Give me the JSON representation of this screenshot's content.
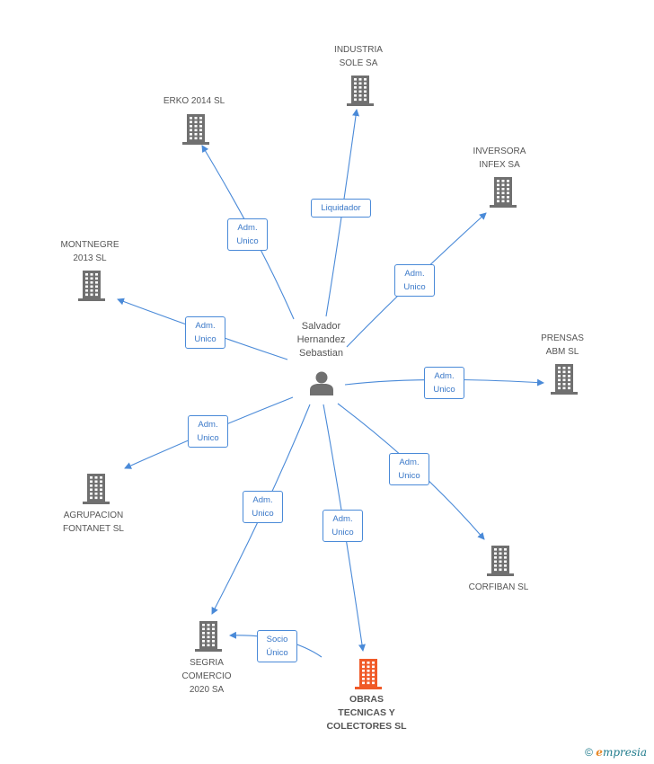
{
  "center": {
    "label": "Salvador\nHernandez\nSebastian",
    "icon": "person-icon"
  },
  "nodes": [
    {
      "id": "industria",
      "label": "INDUSTRIA\nSOLE SA",
      "icon": "building-icon",
      "highlight": false
    },
    {
      "id": "erko",
      "label": "ERKO 2014  SL",
      "icon": "building-icon",
      "highlight": false
    },
    {
      "id": "inversora",
      "label": "INVERSORA\nINFEX SA",
      "icon": "building-icon",
      "highlight": false
    },
    {
      "id": "montnegre",
      "label": "MONTNEGRE\n2013 SL",
      "icon": "building-icon",
      "highlight": false
    },
    {
      "id": "prensas",
      "label": "PRENSAS\nABM SL",
      "icon": "building-icon",
      "highlight": false
    },
    {
      "id": "agrupacion",
      "label": "AGRUPACION\nFONTANET SL",
      "icon": "building-icon",
      "highlight": false
    },
    {
      "id": "corfiban",
      "label": "CORFIBAN SL",
      "icon": "building-icon",
      "highlight": false
    },
    {
      "id": "segria",
      "label": "SEGRIA\nCOMERCIO\n2020 SA",
      "icon": "building-icon",
      "highlight": false
    },
    {
      "id": "obras",
      "label": "OBRAS\nTECNICAS Y\nCOLECTORES SL",
      "icon": "building-icon",
      "highlight": true
    }
  ],
  "relations": [
    {
      "from": "center",
      "to": "industria",
      "label": "Liquidador"
    },
    {
      "from": "center",
      "to": "erko",
      "label": "Adm.\nUnico"
    },
    {
      "from": "center",
      "to": "inversora",
      "label": "Adm.\nUnico"
    },
    {
      "from": "center",
      "to": "montnegre",
      "label": "Adm.\nUnico"
    },
    {
      "from": "center",
      "to": "prensas",
      "label": "Adm.\nUnico"
    },
    {
      "from": "center",
      "to": "agrupacion",
      "label": "Adm.\nUnico"
    },
    {
      "from": "center",
      "to": "corfiban",
      "label": "Adm.\nUnico"
    },
    {
      "from": "center",
      "to": "segria",
      "label": "Adm.\nUnico"
    },
    {
      "from": "center",
      "to": "obras",
      "label": "Adm.\nUnico"
    },
    {
      "from": "obras",
      "to": "segria",
      "label": "Socio\nÚnico"
    }
  ],
  "colors": {
    "edge": "#4a8ad8",
    "building": "#707070",
    "highlight": "#f05a28",
    "person": "#707070"
  },
  "footer": {
    "copyright": "©",
    "brand": "mpresia",
    "brand_initial": "e"
  }
}
